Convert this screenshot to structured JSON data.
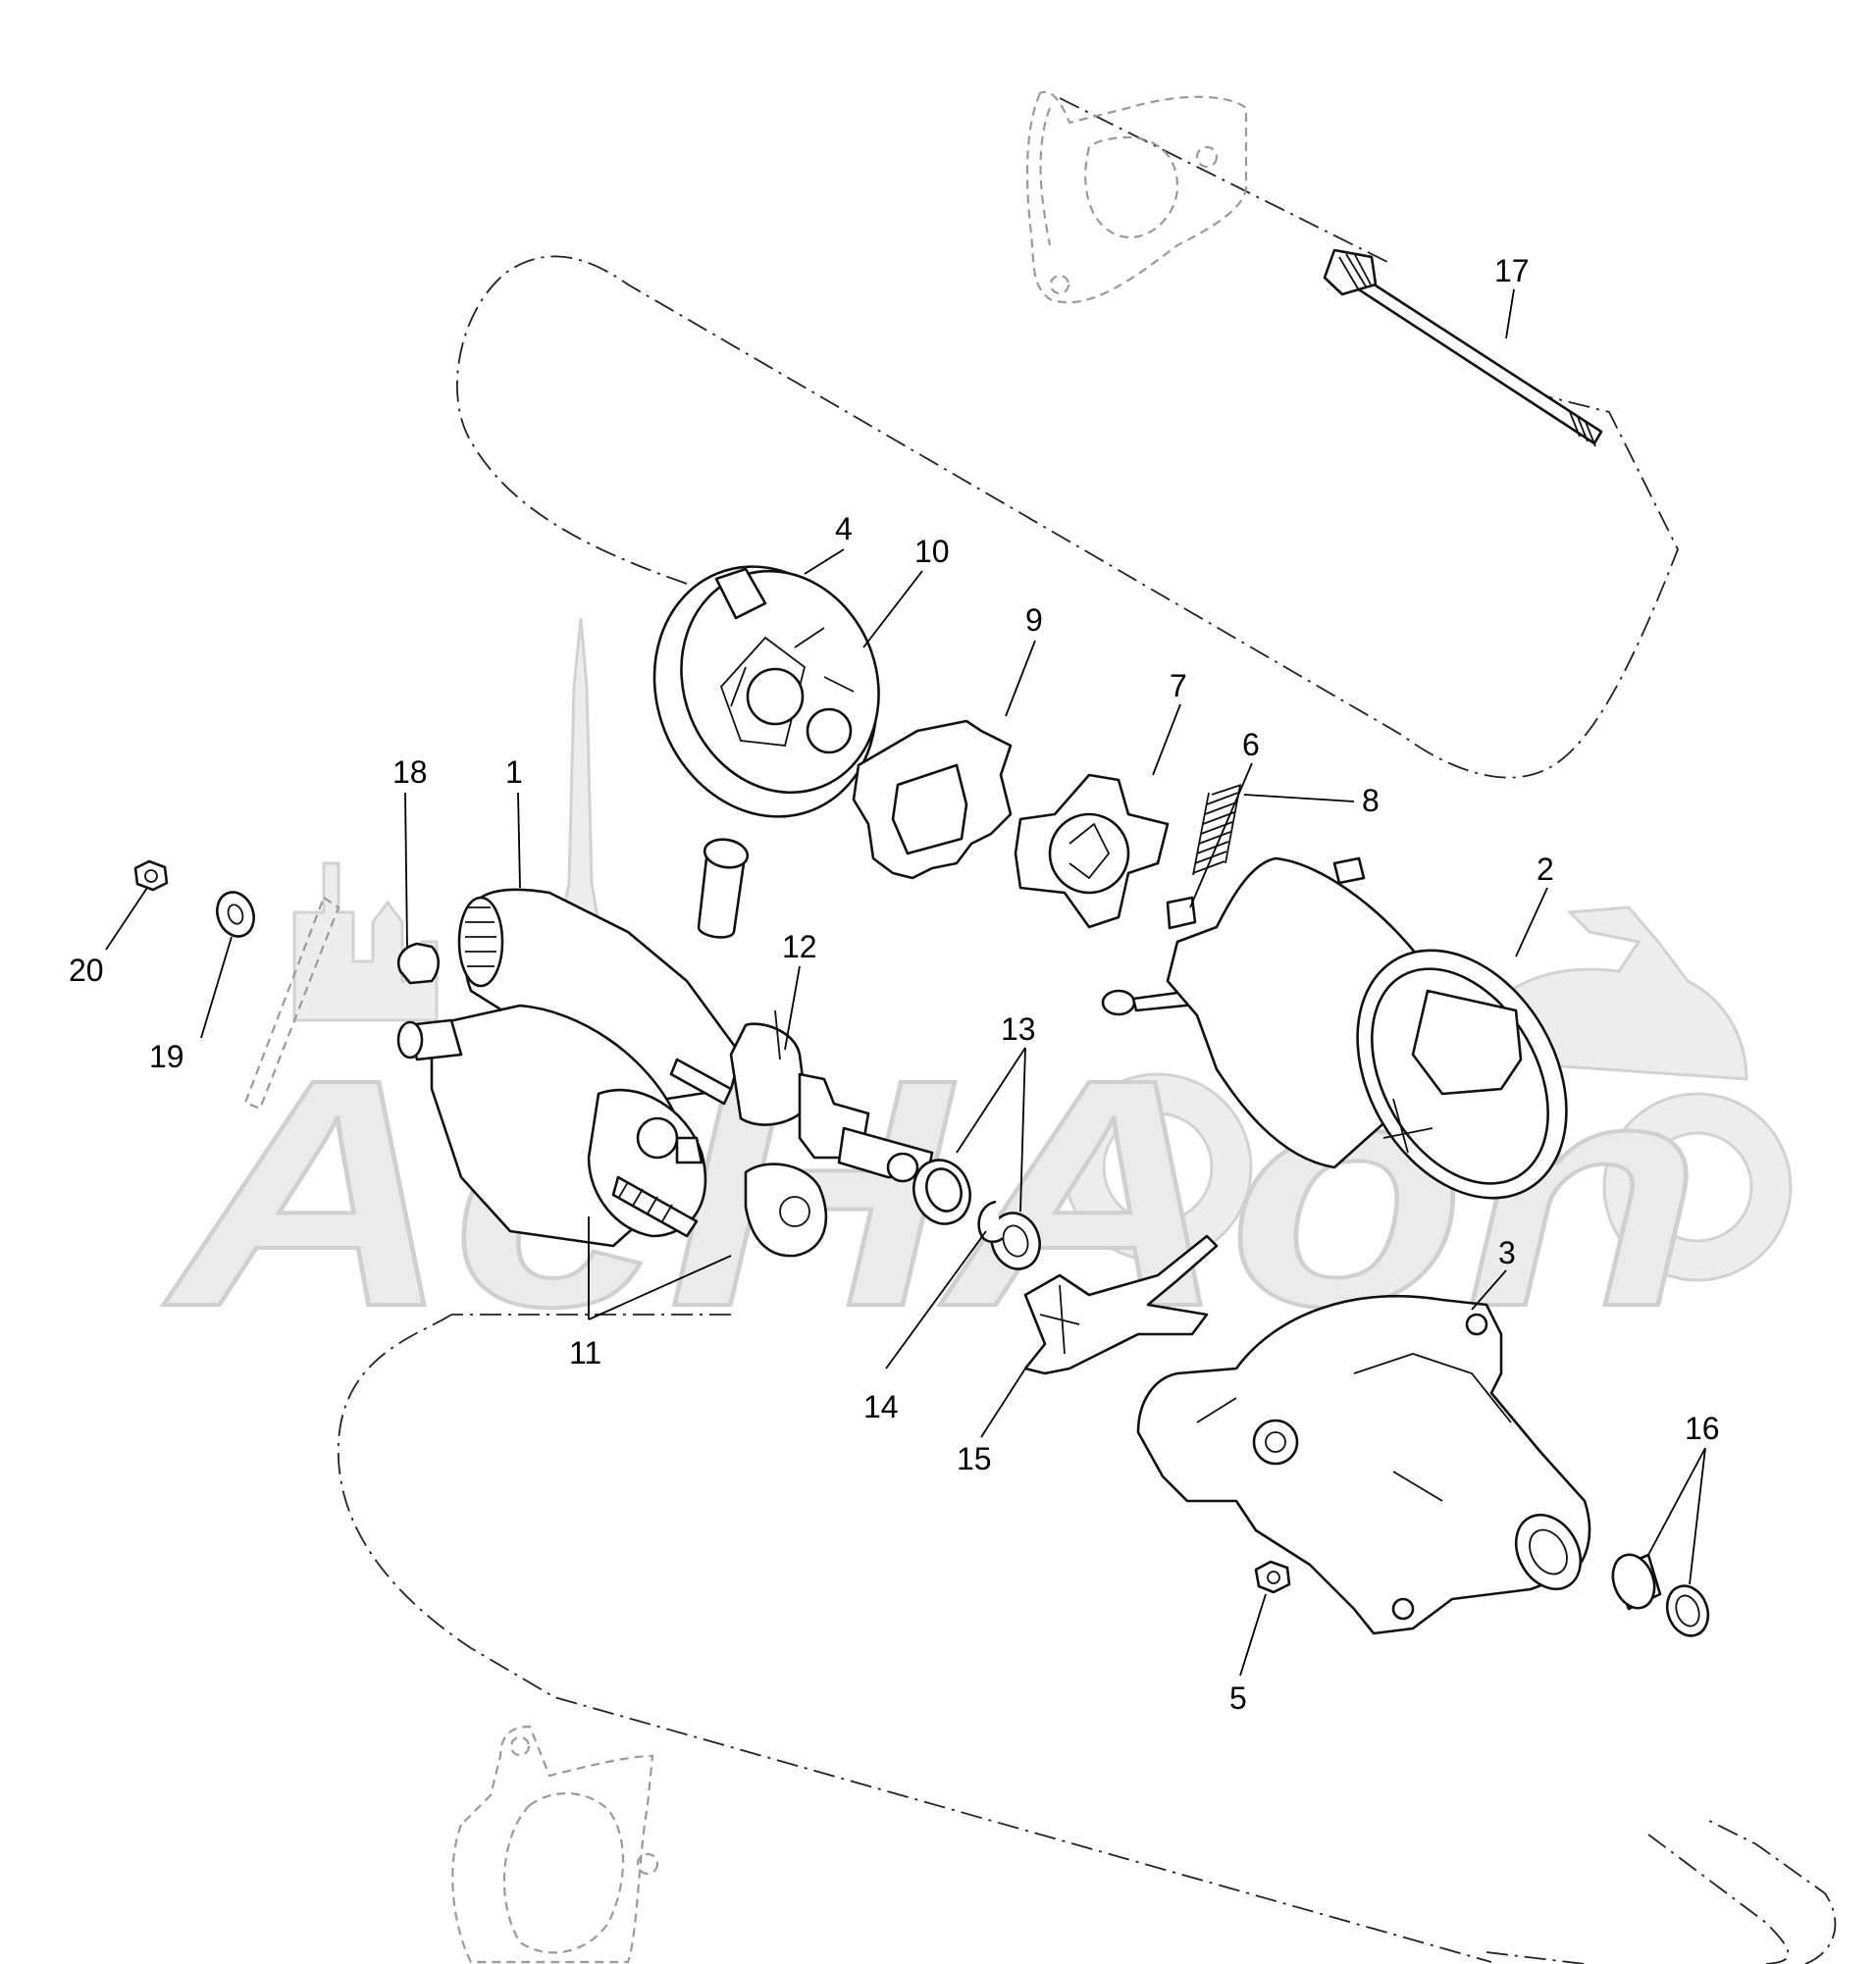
{
  "watermark": {
    "brand_text": "AeHAon"
  },
  "callouts": {
    "c1": "1",
    "c2": "2",
    "c3": "3",
    "c4": "4",
    "c5": "5",
    "c6": "6",
    "c7": "7",
    "c8": "8",
    "c9": "9",
    "c10": "10",
    "c11": "11",
    "c12": "12",
    "c13": "13",
    "c14": "14",
    "c15": "15",
    "c16": "16",
    "c17": "17",
    "c18": "18",
    "c19": "19",
    "c20": "20"
  },
  "colors": {
    "line": "#111111",
    "ghost": "#9a9a9a",
    "watermark": "#ededed"
  }
}
